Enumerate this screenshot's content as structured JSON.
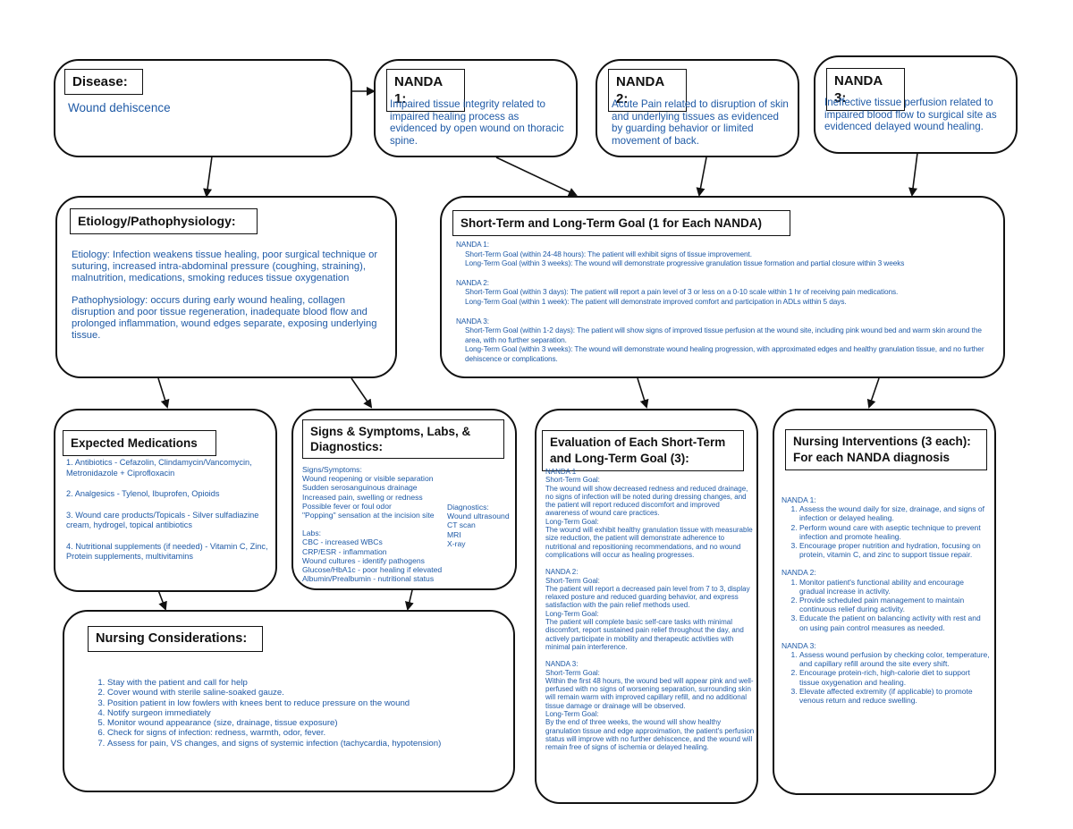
{
  "colors": {
    "border": "#111111",
    "text_blue": "#1f5aa6",
    "arrow": "#111111"
  },
  "disease": {
    "title": "Disease:",
    "body": "Wound dehiscence"
  },
  "nanda1": {
    "title": "NANDA 1:",
    "body": "Impaired tissue integrity related to impaired healing process as evidenced by open wound on thoracic spine."
  },
  "nanda2": {
    "title": "NANDA 2:",
    "body": "Acute Pain related to disruption of skin and underlying tissues as evidenced by guarding behavior or limited movement of back."
  },
  "nanda3": {
    "title": "NANDA 3:",
    "body": "Ineffective tissue perfusion related to impaired blood flow to surgical site as evidenced delayed wound healing."
  },
  "etiology": {
    "title": "Etiology/Pathophysiology:",
    "etiology_text": "Etiology: Infection weakens tissue healing, poor surgical technique or suturing, increased intra-abdominal pressure (coughing, straining), malnutrition, medications, smoking reduces tissue oxygenation",
    "patho_text": "Pathophysiology: occurs during early wound healing, collagen disruption and poor tissue regeneration, inadequate blood flow and prolonged inflammation, wound edges separate, exposing underlying tissue."
  },
  "goals": {
    "title": "Short-Term and Long-Term Goal (1 for Each NANDA)",
    "n1_head": "NANDA 1:",
    "n1_short": "Short-Term Goal (within 24-48 hours): The patient will exhibit signs of tissue improvement.",
    "n1_long": "Long-Term Goal (within 3 weeks): The wound will demonstrate progressive granulation tissue formation and partial closure within 3 weeks",
    "n2_head": "NANDA 2:",
    "n2_short": "Short-Term Goal (within 3 days): The patient will report a pain level of 3 or less on a 0-10 scale within 1 hr of receiving pain medications.",
    "n2_long": "Long-Term Goal (within 1 week): The patient will demonstrate improved comfort and participation in ADLs within 5 days.",
    "n3_head": "NANDA 3:",
    "n3_short": "Short-Term Goal (within 1-2 days): The patient will show signs of improved tissue perfusion at the wound site, including pink wound bed and warm skin around the area, with no further separation.",
    "n3_long": "Long-Term Goal (within 3 weeks): The wound will demonstrate wound healing progression, with approximated edges and healthy granulation tissue, and no further dehiscence or complications."
  },
  "medications": {
    "title": "Expected Medications",
    "items": [
      "1. Antibiotics - Cefazolin, Clindamycin/Vancomycin, Metronidazole + Ciprofloxacin",
      "2. Analgesics - Tylenol, Ibuprofen, Opioids",
      "3. Wound care products/Topicals - Silver sulfadiazine cream, hydrogel, topical antibiotics",
      "4. Nutritional supplements (if needed) - Vitamin C, Zinc, Protein supplements, multivitamins"
    ]
  },
  "signs": {
    "title": "Signs & Symptoms, Labs, & Diagnostics:",
    "ss_head": "Signs/Symptoms:",
    "ss_items": [
      "Wound reopening or visible separation",
      "Sudden serosanguinous drainage",
      "Increased pain, swelling or redness",
      "Possible fever or foul odor",
      "\"Popping\" sensation at the incision site"
    ],
    "labs_head": "Labs:",
    "labs_items": [
      "CBC - increased WBCs",
      "CRP/ESR - inflammation",
      "Wound cultures - identify pathogens",
      "Glucose/HbA1c - poor healing if elevated",
      "Albumin/Prealbumin - nutritional status"
    ],
    "diag_head": "Diagnostics:",
    "diag_items": [
      "Wound ultrasound",
      "CT scan",
      "MRI",
      "X-ray"
    ]
  },
  "evaluation": {
    "title": "Evaluation of Each Short-Term and Long-Term Goal (3):",
    "sections": [
      {
        "head": "NANDA 1",
        "short_label": "Short-Term Goal:",
        "short_text": "The wound will show decreased redness and reduced drainage, no signs of infection will be noted during dressing changes, and the patient will report reduced discomfort and improved awareness of wound care practices.",
        "long_label": "Long-Term Goal:",
        "long_text": "The wound will exhibit healthy granulation tissue with measurable size reduction, the patient will demonstrate adherence to nutritional and repositioning recommendations, and no wound complications will occur as healing progresses."
      },
      {
        "head": "NANDA 2:",
        "short_label": "Short-Term Goal:",
        "short_text": "The patient will report a decreased pain level from 7 to 3, display relaxed posture and reduced guarding behavior, and express satisfaction with the pain relief methods used.",
        "long_label": "Long-Term Goal:",
        "long_text": "The patient will complete basic self-care tasks with minimal discomfort, report sustained pain relief throughout the day, and actively participate in mobility and therapeutic activities with minimal pain interference."
      },
      {
        "head": "NANDA 3:",
        "short_label": "Short-Term Goal:",
        "short_text": "Within the first 48 hours, the wound bed will appear pink and well-perfused with no signs of worsening separation, surrounding skin will remain warm with improved capillary refill, and no additional tissue damage or drainage will be observed.",
        "long_label": "Long-Term Goal:",
        "long_text": "By the end of three weeks, the wound will show healthy granulation tissue and edge approximation, the patient's perfusion status will improve with no further dehiscence, and the wound will remain free of signs of ischemia or delayed healing."
      }
    ]
  },
  "interventions": {
    "title": "Nursing Interventions (3 each): For each NANDA diagnosis",
    "n1_head": "NANDA 1:",
    "n1_items": [
      "Assess the wound daily for size, drainage, and signs of infection or delayed healing.",
      "Perform wound care with aseptic technique to prevent infection and promote healing.",
      "Encourage proper nutrition and hydration, focusing on protein, vitamin C, and zinc to support tissue repair."
    ],
    "n2_head": "NANDA 2:",
    "n2_items": [
      "Monitor patient's functional ability and encourage gradual increase in activity.",
      "Provide scheduled pain management to maintain continuous relief during activity.",
      "Educate the patient on balancing activity with rest and on using pain control measures as needed."
    ],
    "n3_head": "NANDA 3:",
    "n3_items": [
      "Assess wound perfusion by checking color, temperature, and capillary refill around the site every shift.",
      "Encourage protein-rich, high-calorie diet to support tissue oxygenation and healing.",
      "Elevate affected extremity (if applicable) to promote venous return and reduce swelling."
    ]
  },
  "considerations": {
    "title": "Nursing Considerations:",
    "items": [
      "Stay with the patient and call for help",
      "Cover wound with sterile saline-soaked gauze.",
      "Position patient in low fowlers with knees bent to reduce pressure on the wound",
      "Notify surgeon immediately",
      "Monitor wound appearance (size, drainage, tissue exposure)",
      "Check for signs of infection: redness, warmth, odor, fever.",
      "Assess for pain, VS changes, and signs of systemic infection (tachycardia, hypotension)"
    ]
  }
}
